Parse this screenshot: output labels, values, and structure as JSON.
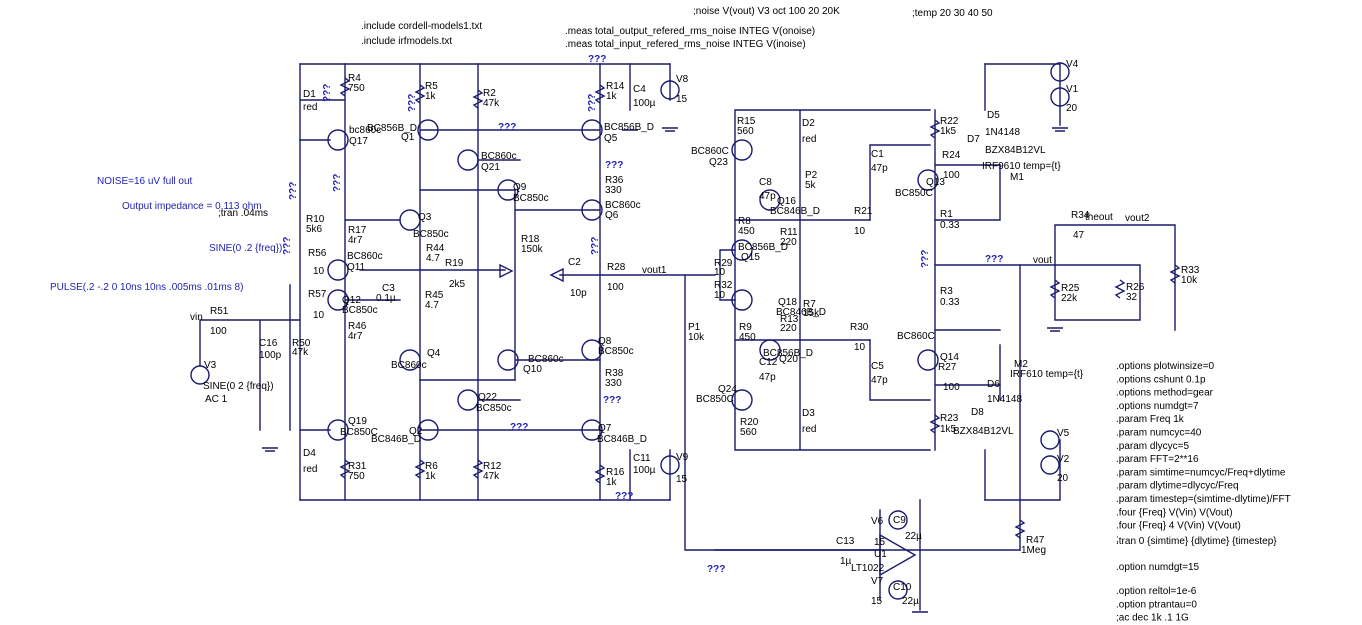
{
  "directives_top": [
    ".include cordell-models1.txt",
    ".include irfmodels.txt",
    ".meas total_output_refered_rms_noise INTEG V(onoise)",
    ".meas total_input_refered_rms_noise INTEG V(inoise)",
    ";noise V(vout) V3 oct 100 20 20K",
    ";temp 20 30 40 50"
  ],
  "notes_left": [
    "NOISE=16 uV full out",
    "Output impedance = 0.113 ohm",
    ";tran .04ms",
    "SINE(0 .2 {freq})",
    "PULSE(.2 -.2 0 10ns 10ns .005ms .01ms 8)"
  ],
  "directives_right": [
    ".options plotwinsize=0",
    ".options cshunt 0.1p",
    ".options method=gear",
    ".options numdgt=7",
    ".param Freq 1k",
    ".param numcyc=40",
    ".param dlycyc=5",
    ".param FFT=2**16",
    ".param simtime=numcyc/Freq+dlytime",
    ".param dlytime=dlycyc/Freq",
    ".param timestep=(simtime-dlytime)/FFT",
    ".four {Freq} V(Vin) V(Vout)",
    ".four {Freq} 4 V(Vin) V(Vout)",
    ";",
    ".tran 0 {simtime} {dlytime} {timestep}",
    ".option numdgt=15",
    ".option reltol=1e-6",
    ".option ptrantau=0",
    ";ac dec 1k .1 1G"
  ],
  "unknown_mark": "???",
  "labels": [
    {
      "t": "D1"
    },
    {
      "t": "red"
    },
    {
      "t": "R4"
    },
    {
      "t": "750"
    },
    {
      "t": "R5"
    },
    {
      "t": "1k"
    },
    {
      "t": "R2"
    },
    {
      "t": "47k"
    },
    {
      "t": "R14"
    },
    {
      "t": "1k"
    },
    {
      "t": "C4"
    },
    {
      "t": "100µ"
    },
    {
      "t": "V8"
    },
    {
      "t": "15"
    },
    {
      "t": "bc860c"
    },
    {
      "t": "Q17"
    },
    {
      "t": "BC856B_D"
    },
    {
      "t": "Q1"
    },
    {
      "t": "BC860c"
    },
    {
      "t": "Q21"
    },
    {
      "t": "BC856B_D"
    },
    {
      "t": "Q5"
    },
    {
      "t": "Q9"
    },
    {
      "t": "BC850c"
    },
    {
      "t": "R36"
    },
    {
      "t": "330"
    },
    {
      "t": "BC860c"
    },
    {
      "t": "Q6"
    },
    {
      "t": "R10"
    },
    {
      "t": "5k6"
    },
    {
      "t": "R17"
    },
    {
      "t": "4r7"
    },
    {
      "t": "Q3"
    },
    {
      "t": "BC850c"
    },
    {
      "t": "R44"
    },
    {
      "t": "4.7"
    },
    {
      "t": "R18"
    },
    {
      "t": "150k"
    },
    {
      "t": "R56"
    },
    {
      "t": "10"
    },
    {
      "t": "BC860c"
    },
    {
      "t": "Q11"
    },
    {
      "t": "R19"
    },
    {
      "t": "2k5"
    },
    {
      "t": "C2"
    },
    {
      "t": "10p"
    },
    {
      "t": "R28"
    },
    {
      "t": "100"
    },
    {
      "t": "vout1"
    },
    {
      "t": "R57"
    },
    {
      "t": "10"
    },
    {
      "t": "Q12"
    },
    {
      "t": "BC850c"
    },
    {
      "t": "C3"
    },
    {
      "t": "0.1µ"
    },
    {
      "t": "R45"
    },
    {
      "t": "4.7"
    },
    {
      "t": "R46"
    },
    {
      "t": "4r7"
    },
    {
      "t": "vin"
    },
    {
      "t": "R51"
    },
    {
      "t": "100"
    },
    {
      "t": "C16"
    },
    {
      "t": "100p"
    },
    {
      "t": "R50"
    },
    {
      "t": "47k"
    },
    {
      "t": "V3"
    },
    {
      "t": "SINE(0 2 {freq})"
    },
    {
      "t": "AC 1"
    },
    {
      "t": "Q4"
    },
    {
      "t": "BC860c"
    },
    {
      "t": "BC860c"
    },
    {
      "t": "Q10"
    },
    {
      "t": "Q8"
    },
    {
      "t": "BC850c"
    },
    {
      "t": "R38"
    },
    {
      "t": "330"
    },
    {
      "t": "Q22"
    },
    {
      "t": "BC850c"
    },
    {
      "t": "Q19"
    },
    {
      "t": "BC850C"
    },
    {
      "t": "Q2"
    },
    {
      "t": "BC846B_D"
    },
    {
      "t": "Q7"
    },
    {
      "t": "BC846B_D"
    },
    {
      "t": "C11"
    },
    {
      "t": "100µ"
    },
    {
      "t": "V9"
    },
    {
      "t": "15"
    },
    {
      "t": "D4"
    },
    {
      "t": "red"
    },
    {
      "t": "R31"
    },
    {
      "t": "750"
    },
    {
      "t": "R6"
    },
    {
      "t": "1k"
    },
    {
      "t": "R12"
    },
    {
      "t": "47k"
    },
    {
      "t": "R16"
    },
    {
      "t": "1k"
    },
    {
      "t": "R15"
    },
    {
      "t": "560"
    },
    {
      "t": "BC860C"
    },
    {
      "t": "Q23"
    },
    {
      "t": "D2"
    },
    {
      "t": "red"
    },
    {
      "t": "C8"
    },
    {
      "t": "47p"
    },
    {
      "t": "P2"
    },
    {
      "t": "5k"
    },
    {
      "t": "Q16"
    },
    {
      "t": "BC846B_D"
    },
    {
      "t": "R8"
    },
    {
      "t": "450"
    },
    {
      "t": "R11"
    },
    {
      "t": "220"
    },
    {
      "t": "BC856B_D"
    },
    {
      "t": "Q15"
    },
    {
      "t": "R29"
    },
    {
      "t": "10"
    },
    {
      "t": "R32"
    },
    {
      "t": "10"
    },
    {
      "t": "Q18"
    },
    {
      "t": "BC846B_D"
    },
    {
      "t": "R7"
    },
    {
      "t": "15k"
    },
    {
      "t": "R13"
    },
    {
      "t": "220"
    },
    {
      "t": "R9"
    },
    {
      "t": "450"
    },
    {
      "t": "BC856B_D"
    },
    {
      "t": "Q20"
    },
    {
      "t": "C12"
    },
    {
      "t": "47p"
    },
    {
      "t": "P1"
    },
    {
      "t": "10k"
    },
    {
      "t": "Q24"
    },
    {
      "t": "BC850C"
    },
    {
      "t": "R20"
    },
    {
      "t": "560"
    },
    {
      "t": "D3"
    },
    {
      "t": "red"
    },
    {
      "t": "C1"
    },
    {
      "t": "47p"
    },
    {
      "t": "R21"
    },
    {
      "t": "10"
    },
    {
      "t": "R30"
    },
    {
      "t": "10"
    },
    {
      "t": "C5"
    },
    {
      "t": "47p"
    },
    {
      "t": "R22"
    },
    {
      "t": "1k5"
    },
    {
      "t": "D5"
    },
    {
      "t": "1N4148"
    },
    {
      "t": "D7"
    },
    {
      "t": "BZX84B12VL"
    },
    {
      "t": "R24"
    },
    {
      "t": "100"
    },
    {
      "t": "IRF9610 temp={t}"
    },
    {
      "t": "M1"
    },
    {
      "t": "Q13"
    },
    {
      "t": "BC850C"
    },
    {
      "t": "R1"
    },
    {
      "t": "0.33"
    },
    {
      "t": "R3"
    },
    {
      "t": "0.33"
    },
    {
      "t": "BC860C"
    },
    {
      "t": "Q14"
    },
    {
      "t": "R27"
    },
    {
      "t": "100"
    },
    {
      "t": "M2"
    },
    {
      "t": "IRF610 temp={t}"
    },
    {
      "t": "D6"
    },
    {
      "t": "1N4148"
    },
    {
      "t": "D8"
    },
    {
      "t": "BZX84B12VL"
    },
    {
      "t": "R23"
    },
    {
      "t": "1k5"
    },
    {
      "t": "V4"
    },
    {
      "t": "V1"
    },
    {
      "t": "20"
    },
    {
      "t": "V5"
    },
    {
      "t": "V2"
    },
    {
      "t": "20"
    },
    {
      "t": "R34"
    },
    {
      "t": "theout"
    },
    {
      "t": "vout2"
    },
    {
      "t": "47"
    },
    {
      "t": "vout"
    },
    {
      "t": "R25"
    },
    {
      "t": "22k"
    },
    {
      "t": "R26"
    },
    {
      "t": "32"
    },
    {
      "t": "R33"
    },
    {
      "t": "10k"
    },
    {
      "t": "V6"
    },
    {
      "t": "C9"
    },
    {
      "t": "15"
    },
    {
      "t": "22µ"
    },
    {
      "t": "C13"
    },
    {
      "t": "1µ"
    },
    {
      "t": "U1"
    },
    {
      "t": "LT1022"
    },
    {
      "t": "V7"
    },
    {
      "t": "C10"
    },
    {
      "t": "15"
    },
    {
      "t": "22µ"
    },
    {
      "t": "R47"
    },
    {
      "t": "1Meg"
    }
  ]
}
